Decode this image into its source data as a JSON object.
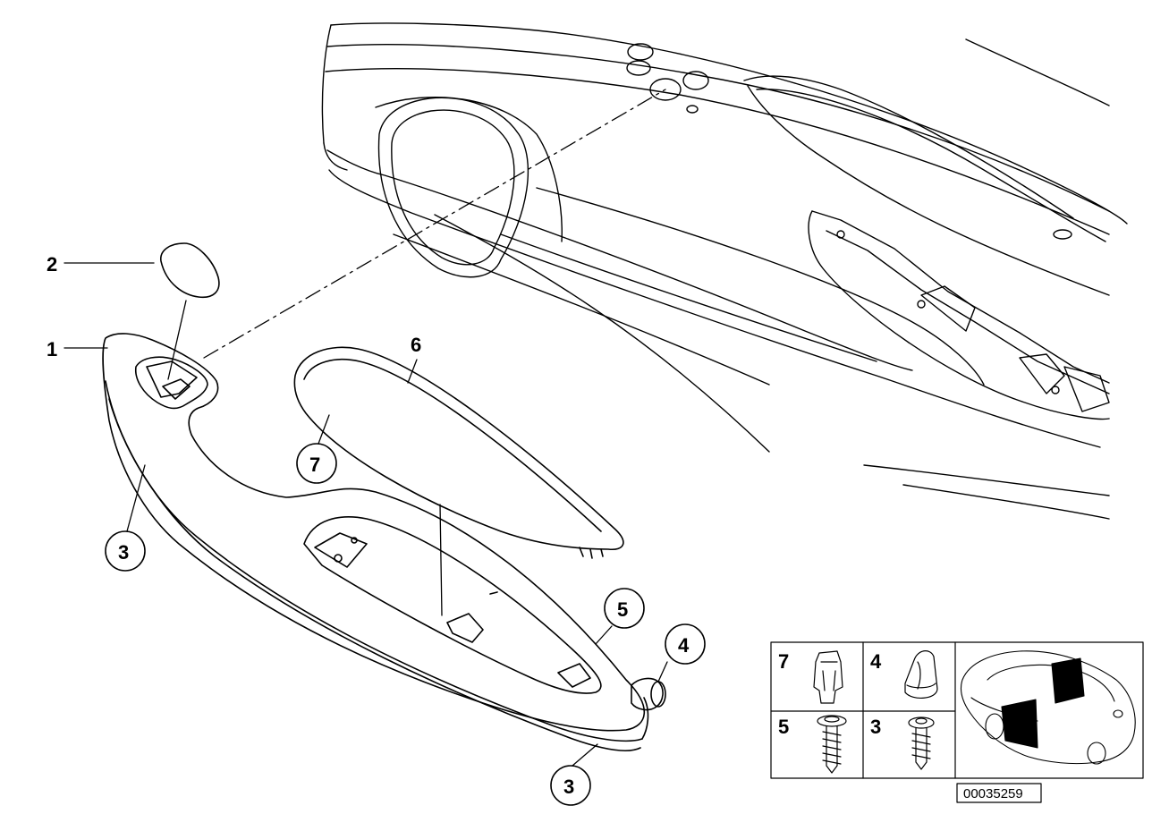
{
  "callouts": {
    "c1": "1",
    "c2": "2",
    "c3a": "3",
    "c3b": "3",
    "c4": "4",
    "c5": "5",
    "c6": "6",
    "c7": "7"
  },
  "legend": {
    "cell_7": "7",
    "cell_4": "4",
    "cell_5": "5",
    "cell_3": "3"
  },
  "reference_id": "00035259"
}
